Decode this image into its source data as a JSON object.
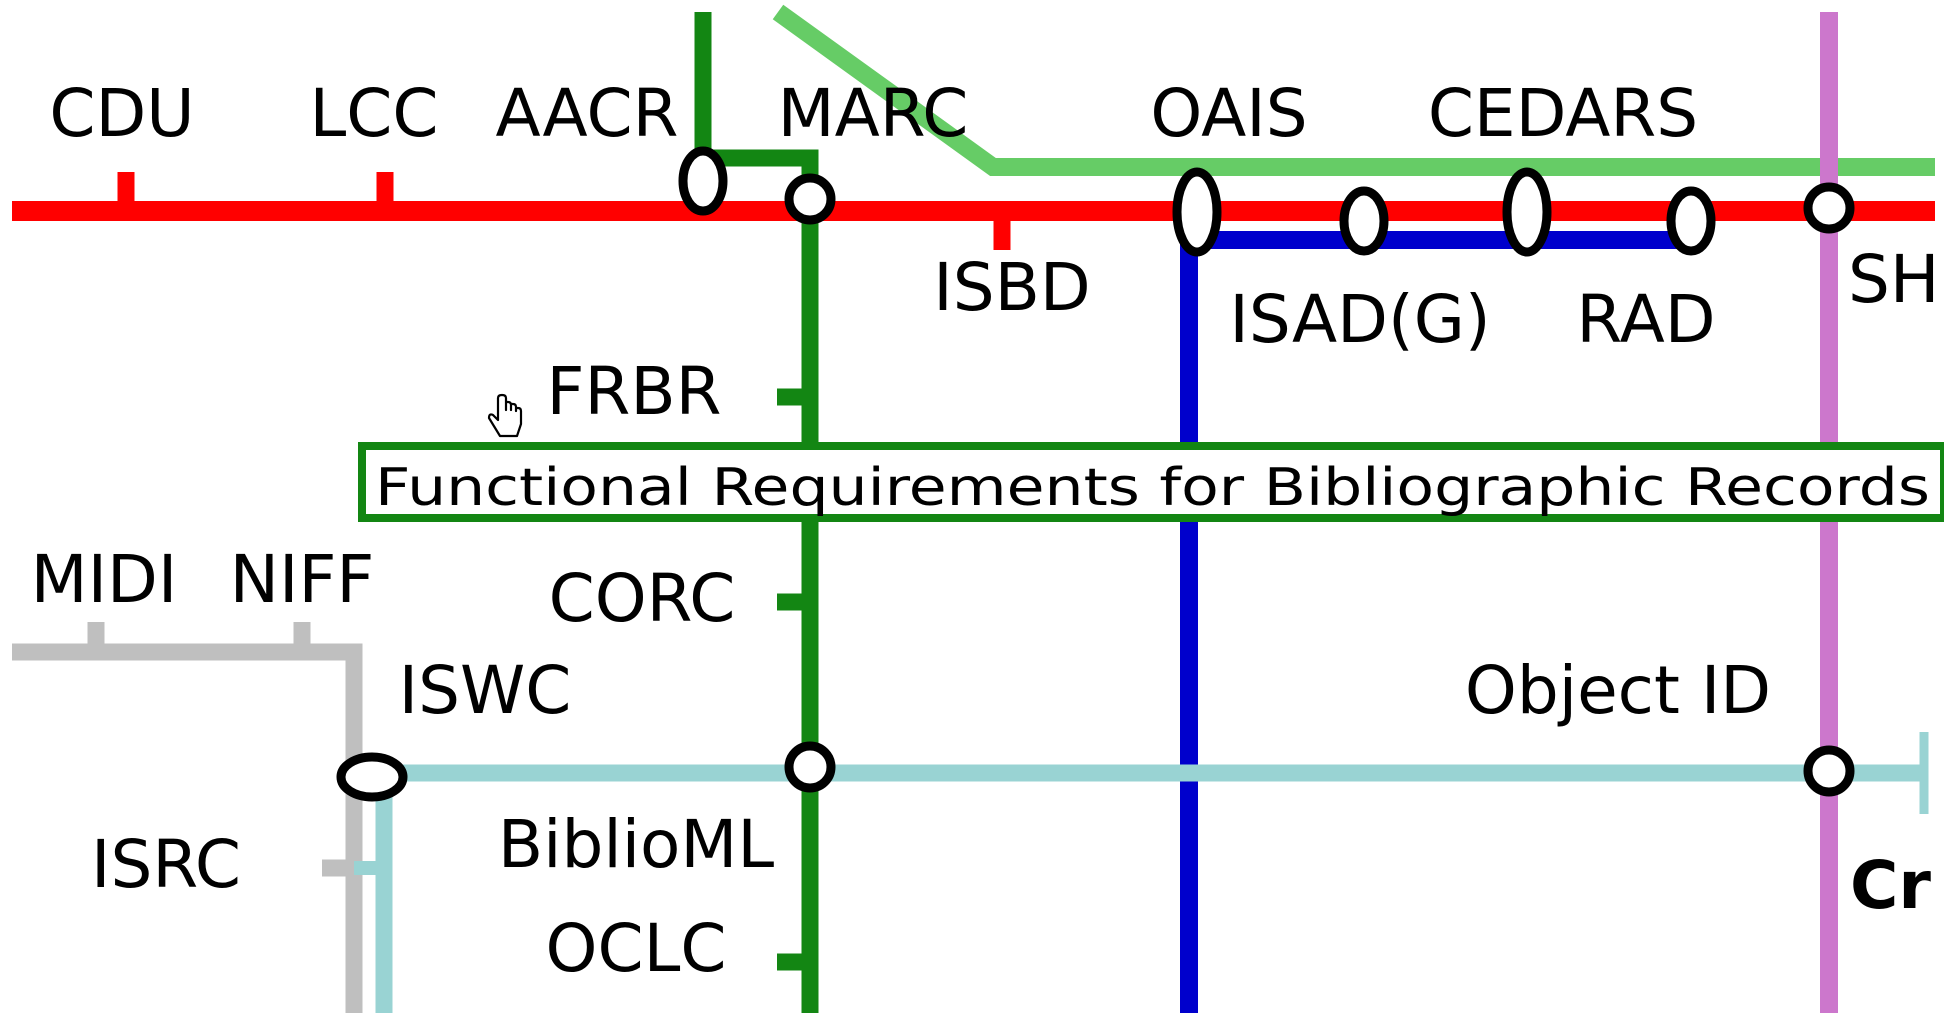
{
  "lines": {
    "red": {
      "color": "#ff0000"
    },
    "dark_green": {
      "color": "#138613"
    },
    "light_green": {
      "color": "#66cc66"
    },
    "blue": {
      "color": "#0000cc"
    },
    "purple": {
      "color": "#cc77cc"
    },
    "light_blue": {
      "color": "#99d3d3"
    },
    "gray": {
      "color": "#bfbfbf"
    }
  },
  "stations": {
    "cdu": "CDU",
    "lcc": "LCC",
    "aacr": "AACR",
    "marc": "MARC",
    "oais": "OAIS",
    "cedars": "CEDARS",
    "isbd": "ISBD",
    "isad_g": "ISAD(G)",
    "rad": "RAD",
    "sh_partial": "SH",
    "frbr": "FRBR",
    "midi": "MIDI",
    "niff": "NIFF",
    "corc": "CORC",
    "iswc": "ISWC",
    "object_id": "Object ID",
    "isrc": "ISRC",
    "biblioml": "BiblioML",
    "oclc": "OCLC",
    "cr_partial": "Cr"
  },
  "tooltip": {
    "text": "Functional Requirements for Bibliographic Records",
    "border_color": "#138613"
  },
  "cursor": {
    "icon": "hand-pointer-icon"
  }
}
